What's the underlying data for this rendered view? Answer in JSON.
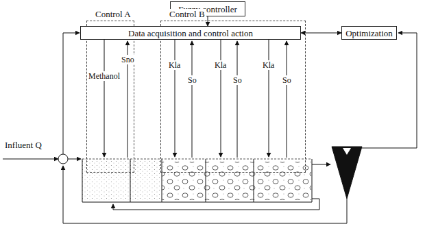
{
  "diagram": {
    "nodes": [
      {
        "text": [
          "Fuzzy controller"
        ]
      },
      {
        "text": [
          "Control A"
        ]
      },
      {
        "text": [
          "Control B"
        ]
      },
      {
        "text": [
          "Data acquisition and control action"
        ]
      },
      {
        "text": [
          "Optimization"
        ]
      }
    ],
    "edges": [
      {
        "from": 0,
        "to": 3,
        "arrow": "to"
      },
      {
        "from": 3,
        "to": 4,
        "arrow": "both"
      }
    ],
    "labels": [
      "Influent Q",
      "Methanol",
      "Sno",
      "Kla",
      "So",
      "Kla",
      "So",
      "Kla",
      "So"
    ]
  }
}
